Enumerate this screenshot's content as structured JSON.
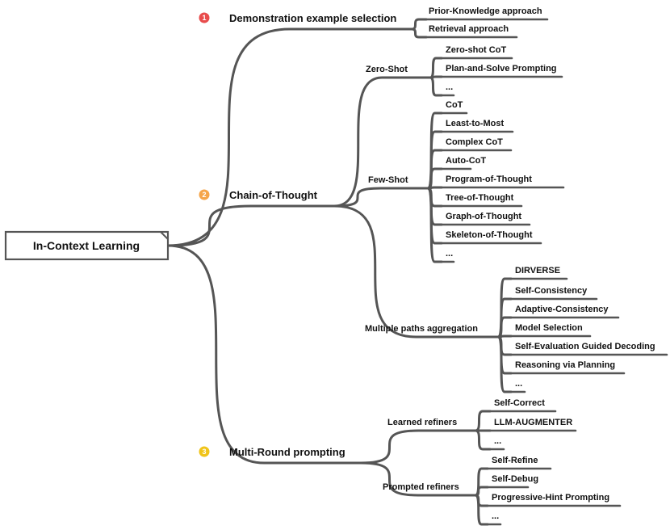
{
  "root": {
    "label": "In-Context Learning"
  },
  "colors": {
    "line": "#555555",
    "badge_1": "#e84c4c",
    "badge_2": "#f5a54a",
    "badge_3": "#f0c419"
  },
  "branches": [
    {
      "badge": "❶",
      "label": "Demonstration example selection",
      "leaves": [
        "Prior-Knowledge approach",
        "Retrieval approach"
      ]
    },
    {
      "badge": "❷",
      "label": "Chain-of-Thought",
      "groups": [
        {
          "label": "Zero-Shot",
          "leaves": [
            "Zero-shot CoT",
            "Plan-and-Solve Prompting",
            "..."
          ]
        },
        {
          "label": "Few-Shot",
          "leaves": [
            "CoT",
            "Least-to-Most",
            "Complex CoT",
            "Auto-CoT",
            "Program-of-Thought",
            "Tree-of-Thought",
            "Graph-of-Thought",
            "Skeleton-of-Thought",
            "..."
          ]
        },
        {
          "label": "Multiple paths aggregation",
          "leaves": [
            "DIRVERSE",
            "Self-Consistency",
            "Adaptive-Consistency",
            "Model Selection",
            "Self-Evaluation Guided Decoding",
            "Reasoning via Planning",
            "..."
          ]
        }
      ]
    },
    {
      "badge": "❸",
      "label": "Multi-Round prompting",
      "groups": [
        {
          "label": "Learned refiners",
          "leaves": [
            "Self-Correct",
            "LLM-AUGMENTER",
            "..."
          ]
        },
        {
          "label": "Prompted refiners",
          "leaves": [
            "Self-Refine",
            "Self-Debug",
            "Progressive-Hint Prompting",
            "..."
          ]
        }
      ]
    }
  ]
}
